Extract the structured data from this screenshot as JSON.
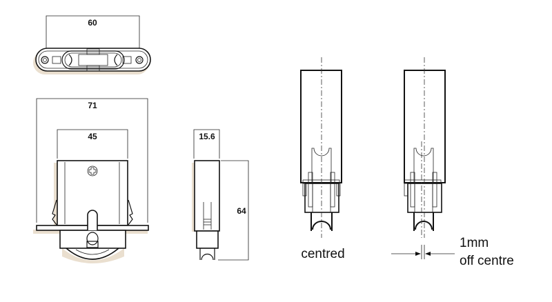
{
  "dimensions": {
    "top_width": "60",
    "overall_width": "71",
    "body_width": "45",
    "thickness": "15.6",
    "height": "64"
  },
  "captions": {
    "centred": "centred",
    "offset_value": "1mm",
    "offset_label": "off centre"
  },
  "colors": {
    "line": "#111111",
    "shadow": "#eadfcf"
  }
}
